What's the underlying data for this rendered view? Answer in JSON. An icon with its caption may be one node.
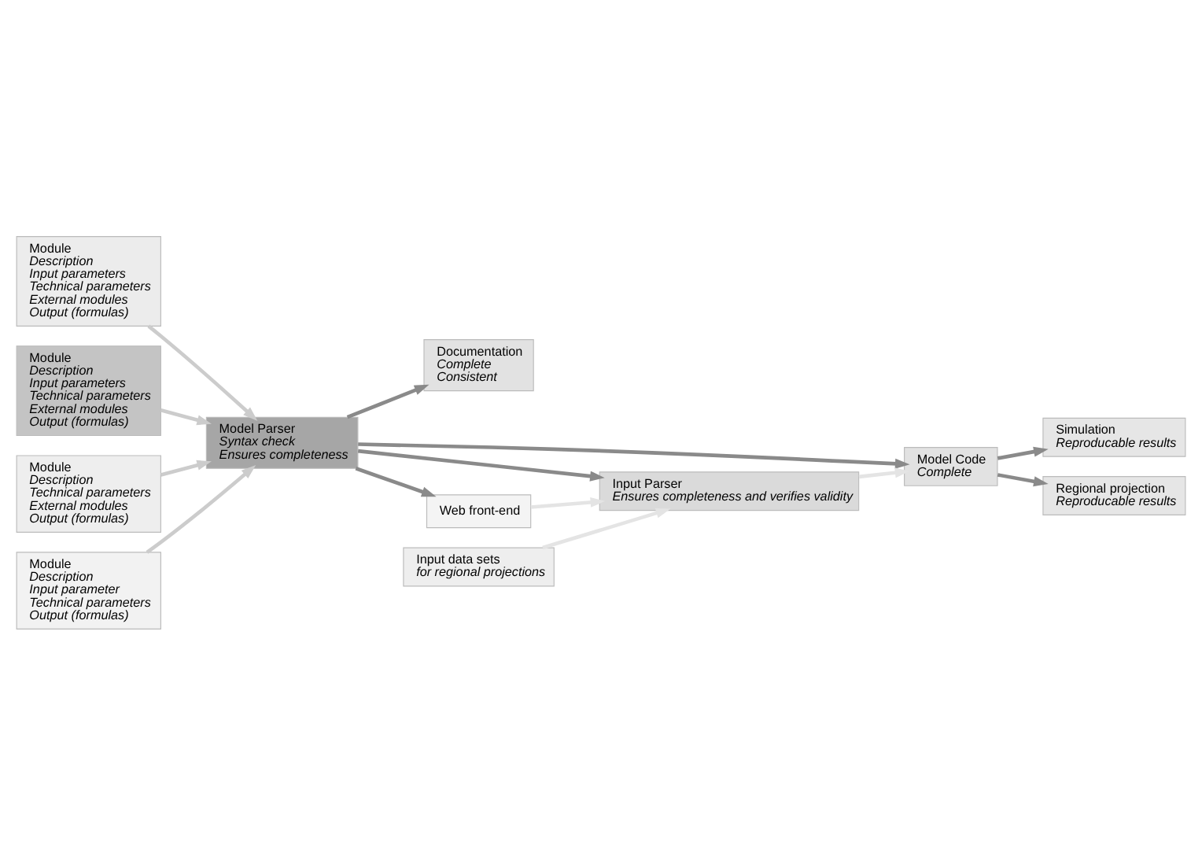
{
  "diagram": {
    "nodes": [
      {
        "text": [
          "Module",
          "Description",
          "Input parameters",
          "Technical parameters",
          "External modules",
          "Output (formulas)"
        ]
      },
      {
        "text": [
          "Module",
          "Description",
          "Input parameters",
          "Technical parameters",
          "External modules",
          "Output (formulas)"
        ]
      },
      {
        "text": [
          "Model Parser",
          "Syntax check",
          "Ensures completeness"
        ]
      },
      {
        "text": [
          "Documentation",
          "Complete",
          "Consistent"
        ]
      },
      {
        "text": [
          "Model Code",
          "Complete"
        ]
      },
      {
        "text": [
          "Input Parser",
          "Ensures completeness and verifies validity"
        ]
      },
      {
        "text": [
          "Module",
          "Description",
          "Technical parameters",
          "External modules",
          "Output (formulas)"
        ]
      },
      {
        "text": [
          "Module",
          "Description",
          "Input parameter",
          "Technical parameters",
          "Output (formulas)"
        ]
      },
      {
        "text": [
          "Web front-end"
        ]
      },
      {
        "text": [
          "Simulation",
          "Reproducable results"
        ]
      },
      {
        "text": [
          "Input data sets",
          "for regional projections"
        ]
      },
      {
        "text": [
          "Regional projection",
          "Reproducable results"
        ]
      }
    ],
    "edges": [
      {
        "from": 0,
        "to": 2,
        "arrow": "to",
        "color": "#cccccc"
      },
      {
        "from": 1,
        "to": 2,
        "arrow": "to",
        "color": "#cccccc"
      },
      {
        "from": 6,
        "to": 2,
        "arrow": "to",
        "color": "#cccccc"
      },
      {
        "from": 7,
        "to": 2,
        "arrow": "to",
        "color": "#cccccc"
      },
      {
        "from": 2,
        "to": 3,
        "arrow": "to"
      },
      {
        "from": 2,
        "to": 4,
        "arrow": "to"
      },
      {
        "from": 2,
        "to": 5,
        "arrow": "to"
      },
      {
        "from": 2,
        "to": 8,
        "arrow": "to"
      },
      {
        "from": 8,
        "to": 5,
        "arrow": "to",
        "color": "#e4e4e4"
      },
      {
        "from": 10,
        "to": 5,
        "arrow": "to",
        "color": "#e4e4e4"
      },
      {
        "from": 5,
        "to": 4,
        "arrow": "to",
        "color": "#e4e4e4"
      },
      {
        "from": 4,
        "to": 9,
        "arrow": "to"
      },
      {
        "from": 4,
        "to": 11,
        "arrow": "to"
      }
    ]
  }
}
